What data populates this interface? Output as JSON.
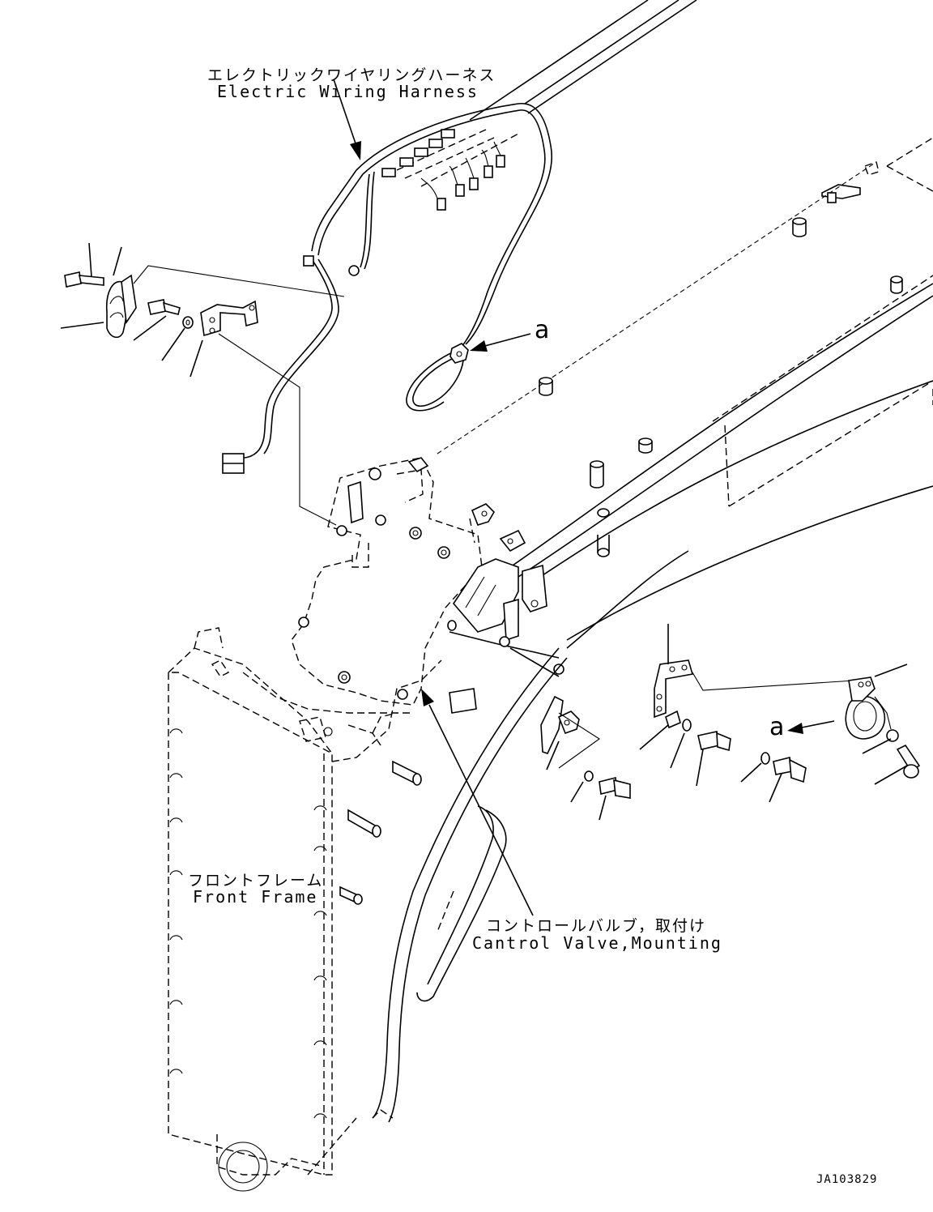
{
  "labels": {
    "harness_jp": "エレクトリックワイヤリングハーネス",
    "harness_en": "Electric Wiring Harness",
    "frame_jp": "フロントフレーム",
    "frame_en": "Front Frame",
    "valve_jp": "コントロールバルブ，取付け",
    "valve_en": "Cantrol Valve,Mounting",
    "ref_a_top": "a",
    "ref_a_bottom": "a",
    "drawing_code": "JA103829"
  },
  "icons": [
    "horn-icon",
    "bolt-icon",
    "washer-icon",
    "bracket-icon",
    "connector-icon"
  ]
}
